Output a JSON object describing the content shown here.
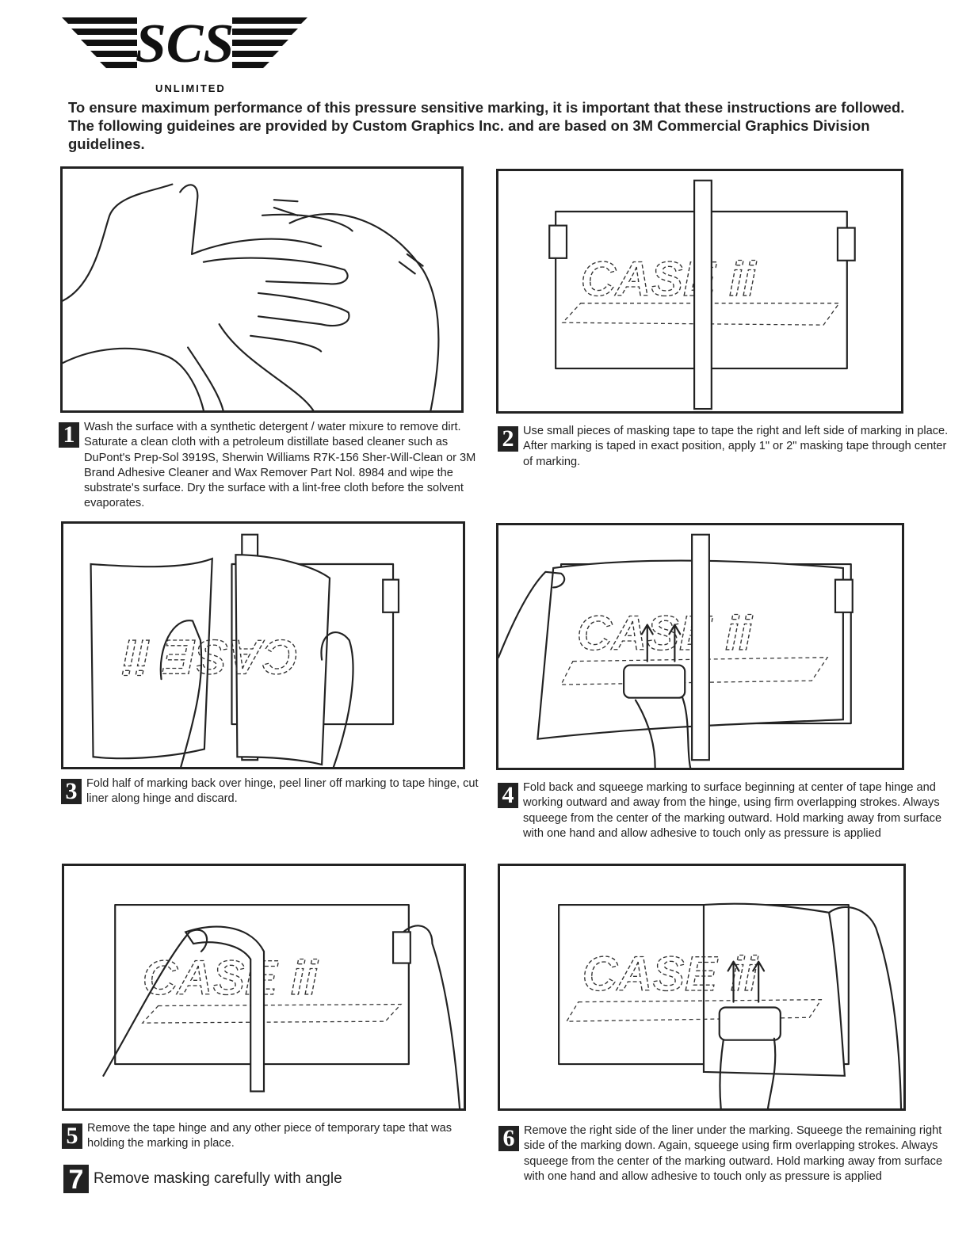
{
  "logo": {
    "letters": "SCS",
    "subtitle": "UNLIMITED"
  },
  "intro": "To ensure maximum performance of this pressure sensitive marking, it is important that these instructions are followed.  The following guideines are provided by Custom Graphics Inc. and are based on 3M Commercial Graphics Division guidelines.",
  "marking_text": "CASE ii",
  "steps": [
    {
      "number": "1",
      "text": "Wash the surface with a synthetic detergent / water mixure to remove dirt.  Saturate a clean cloth with a petroleum distillate based cleaner such as DuPont's Prep-Sol 3919S, Sherwin Williams R7K-156 Sher-Will-Clean or 3M Brand Adhesive Cleaner and Wax Remover Part Nol. 8984 and wipe the substrate's surface.  Dry the surface with a lint-free cloth before the solvent evaporates."
    },
    {
      "number": "2",
      "text": "Use small pieces of masking tape to tape the right and left side of marking in place.  After marking is taped in exact position, apply 1\" or 2\" masking tape through center of marking."
    },
    {
      "number": "3",
      "text": "Fold half of marking back over hinge, peel liner off marking to tape hinge, cut liner along hinge and discard."
    },
    {
      "number": "4",
      "text": "Fold back and squeege marking to surface beginning at center of tape hinge and working outward and away from the hinge, using firm overlapping strokes.  Always squeege from the center of the marking outward.  Hold marking away from surface with one hand and allow adhesive to touch only as pressure is applied"
    },
    {
      "number": "5",
      "text": "Remove the tape hinge and any other piece of temporary tape that was holding the marking in place."
    },
    {
      "number": "6",
      "text": "Remove the right side of the liner under the marking.  Squeege the remaining right side of the marking down.  Again, squeege using firm overlapping strokes.  Always squeege from the center of the marking outward.  Hold marking away from surface with one hand and allow adhesive to touch only as pressure is applied"
    },
    {
      "number": "7",
      "text": "Remove masking carefully with angle"
    }
  ]
}
